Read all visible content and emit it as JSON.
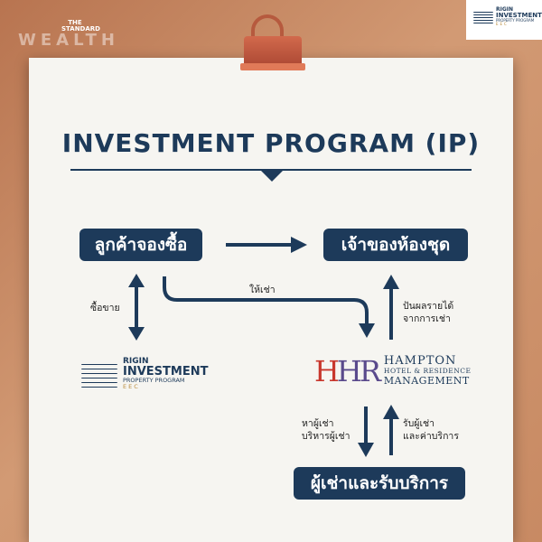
{
  "brand": {
    "small_top": "THE",
    "small_bottom": "STANDARD",
    "wealth": "WEALTH"
  },
  "origin_logo": {
    "line1": "RIGIN",
    "line2": "INVESTMENT",
    "line3": "PROPERTY PROGRAM",
    "line4": "EEC"
  },
  "title": "INVESTMENT PROGRAM (IP)",
  "nodes": {
    "customer": "ลูกค้าจองซื้อ",
    "owner": "เจ้าของห้องชุด",
    "tenant": "ผู้เช่าและรับบริการ"
  },
  "labels": {
    "buy_sell": "ซื้อขาย",
    "rent_out": "ให้เช่า",
    "dividend_1": "ปันผลรายได้",
    "dividend_2": "จากการเช่า",
    "find_tenant_1": "หาผู้เช่า",
    "find_tenant_2": "บริหารผู้เช่า",
    "collect_1": "รับผู้เช่า",
    "collect_2": "และค่าบริการ"
  },
  "hampton": {
    "mark_h1": "H",
    "mark_h2": "H",
    "mark_r": "R",
    "line1": "HAMPTON",
    "line2": "HOTEL & RESIDENCE",
    "line3": "MANAGEMENT"
  },
  "colors": {
    "navy": "#1d3a5a",
    "gold": "#b88a3a",
    "hhr_red": "#c8372d",
    "hhr_purple": "#5a4a8c"
  }
}
